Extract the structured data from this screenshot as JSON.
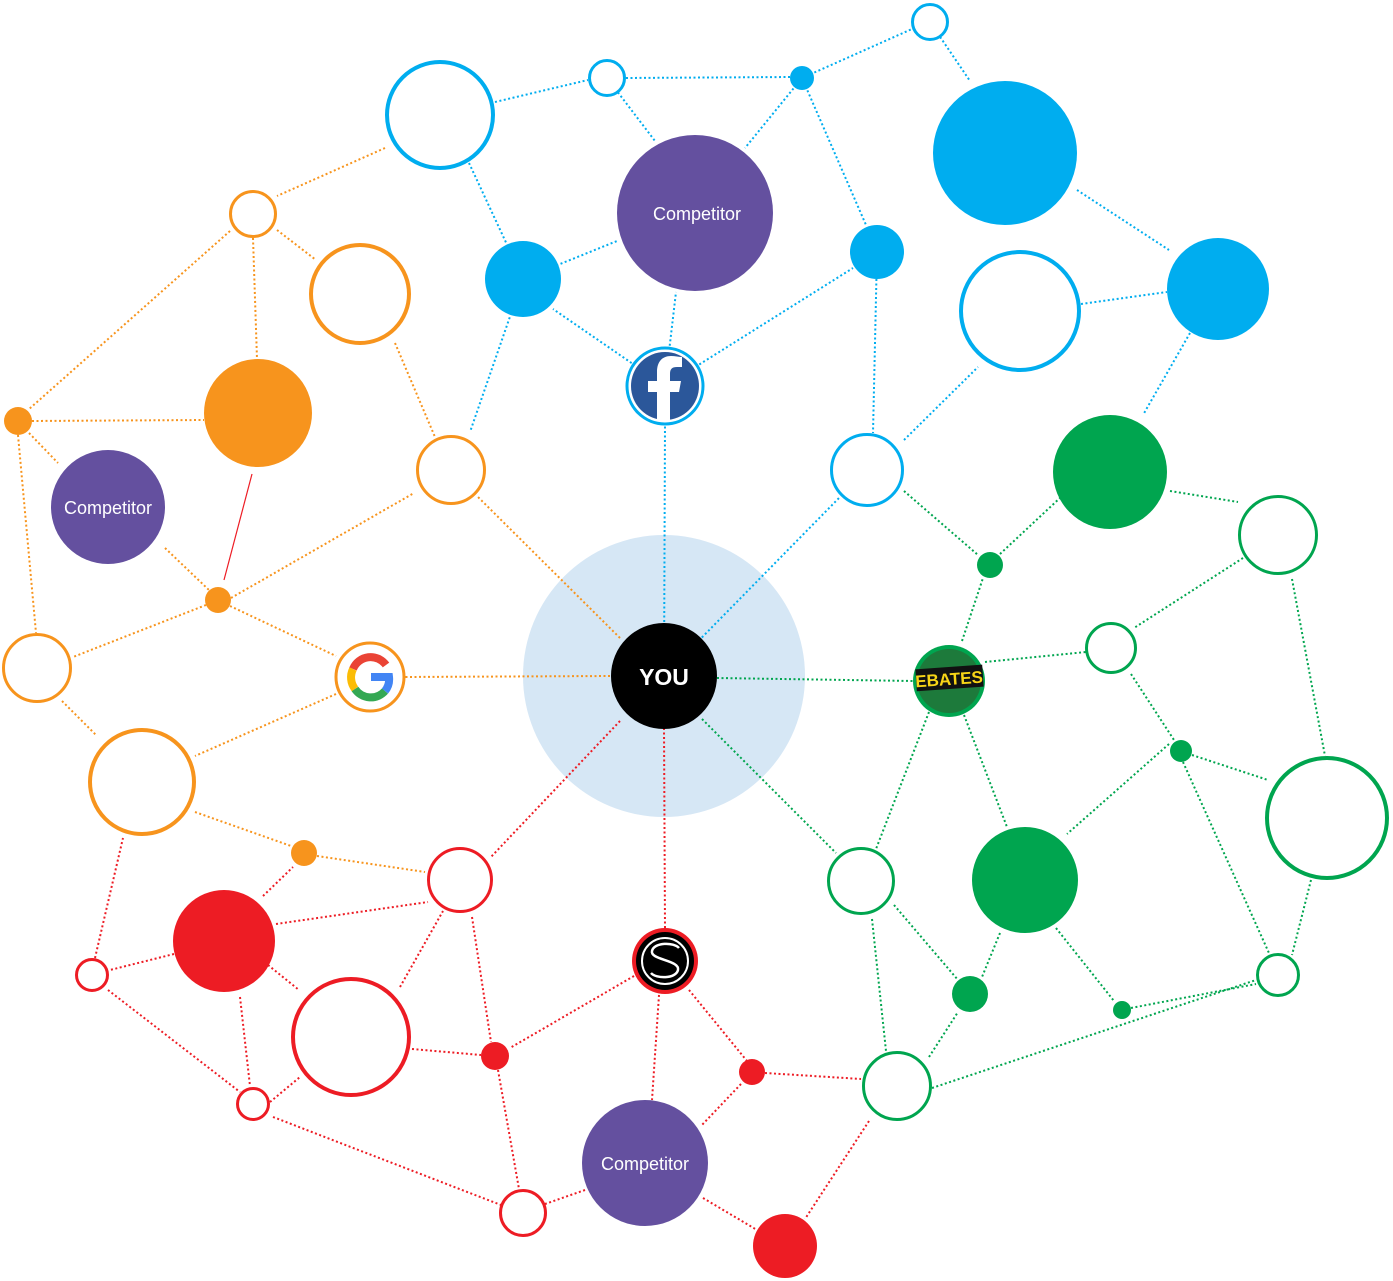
{
  "colors": {
    "blue": "#00adef",
    "orange": "#f7941d",
    "green": "#00a54f",
    "red": "#ed1c24",
    "purple": "#64509f",
    "halo": "#d6e7f5",
    "black": "#000000",
    "facebook": "#2b579a"
  },
  "labels": {
    "you": "YOU",
    "competitor": "Competitor",
    "ebates": "EBATES"
  },
  "icons": {
    "facebook": "facebook-icon",
    "google": "google-icon",
    "ebates": "ebates-logo",
    "shopstyle": "shopstyle-icon"
  }
}
